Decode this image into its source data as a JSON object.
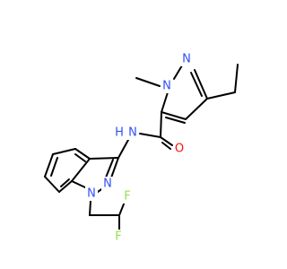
{
  "atoms": {
    "n_pyrazole_1": {
      "text": "N"
    },
    "n_pyrazole_2": {
      "text": "N"
    },
    "n_amide": {
      "text": "N"
    },
    "h_amide": {
      "text": "H"
    },
    "o_carbonyl": {
      "text": "O"
    },
    "n_indazole_2": {
      "text": "N"
    },
    "n_indazole_1": {
      "text": "N"
    },
    "f_upper": {
      "text": "F"
    },
    "f_lower": {
      "text": "F"
    }
  },
  "colors": {
    "bond": "#000000",
    "carbon": "#000000",
    "nitrogen": "#3050F8",
    "oxygen": "#FF0D0D",
    "fluorine": "#90E050"
  }
}
